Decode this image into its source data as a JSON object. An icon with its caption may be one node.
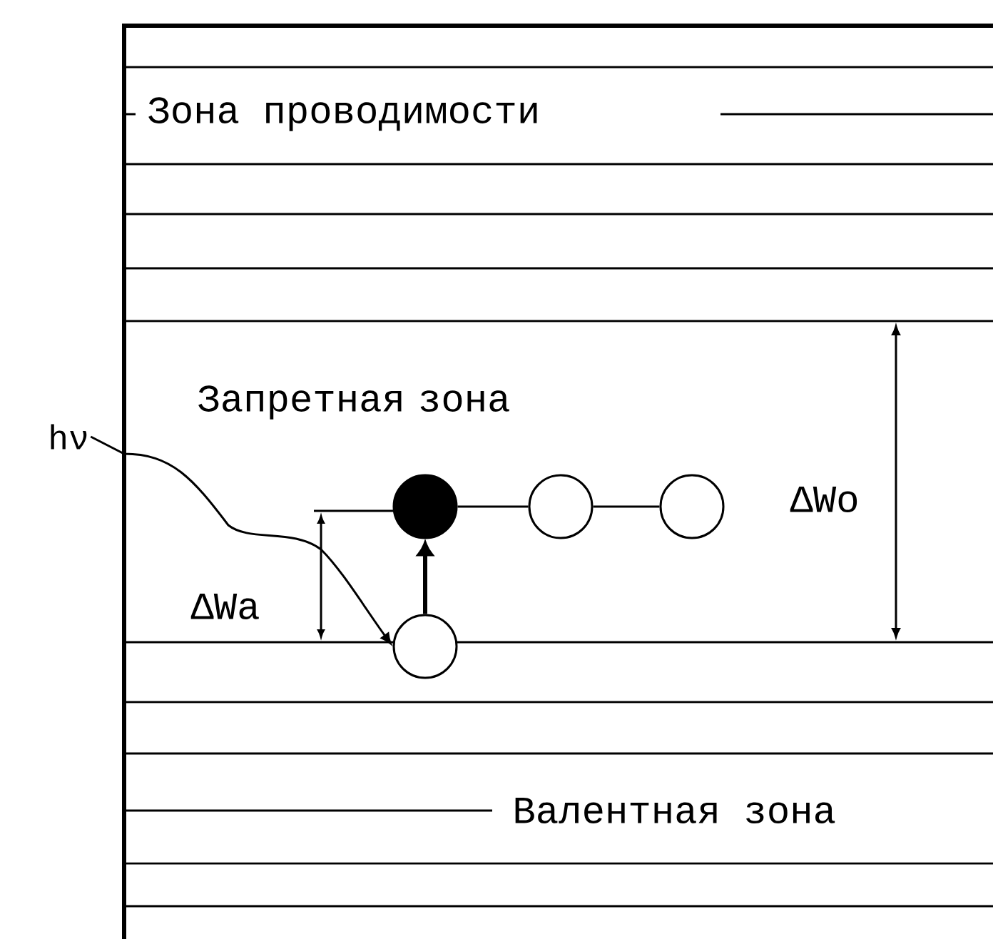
{
  "diagram": {
    "nodes": [
      {
        "text": [
          "hν"
        ]
      },
      {
        "text": [],
        "shape": "circle"
      },
      {
        "text": [],
        "shape": "circle"
      },
      {
        "text": [],
        "shape": "circle"
      },
      {
        "text": [],
        "shape": "circle"
      }
    ],
    "edges": [
      {
        "from": 0,
        "to": 1,
        "arrow": "to"
      },
      {
        "from": 1,
        "to": 2,
        "arrow": "to",
        "style": "thick"
      },
      {
        "from": 2,
        "to": 3,
        "arrow": "none"
      },
      {
        "from": 3,
        "to": 4,
        "arrow": "none"
      }
    ],
    "labels": [
      "Зона проводимости",
      "Запретная зона",
      "ΔWo",
      "ΔWa",
      "Валентная зона"
    ]
  }
}
